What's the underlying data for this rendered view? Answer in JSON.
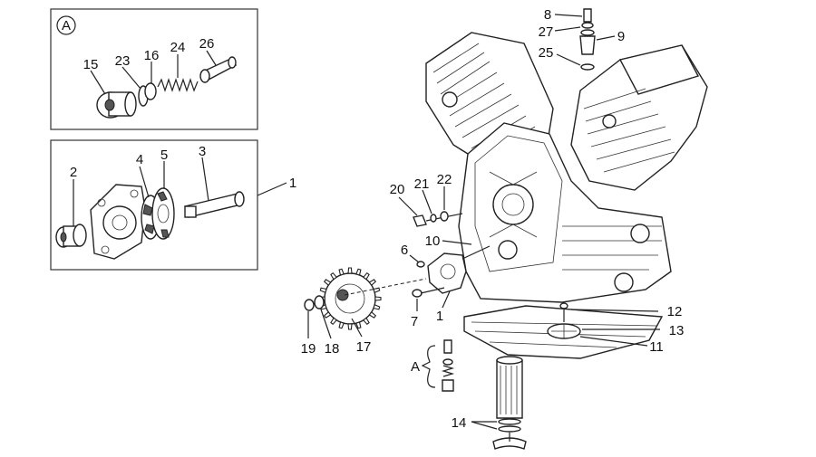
{
  "inset_a": {
    "badge": "A",
    "labels": [
      "15",
      "23",
      "16",
      "24",
      "26"
    ]
  },
  "inset_pump": {
    "labels": [
      "2",
      "4",
      "5",
      "3"
    ]
  },
  "pointer_1": "1",
  "main_labels": {
    "n8": "8",
    "n27": "27",
    "n9": "9",
    "n25": "25",
    "n20": "20",
    "n21": "21",
    "n22": "22",
    "n10": "10",
    "n6": "6",
    "n7": "7",
    "n1": "1",
    "n19": "19",
    "n18": "18",
    "n17": "17",
    "n12": "12",
    "n13": "13",
    "n11": "11",
    "nA": "A",
    "n14": "14"
  }
}
